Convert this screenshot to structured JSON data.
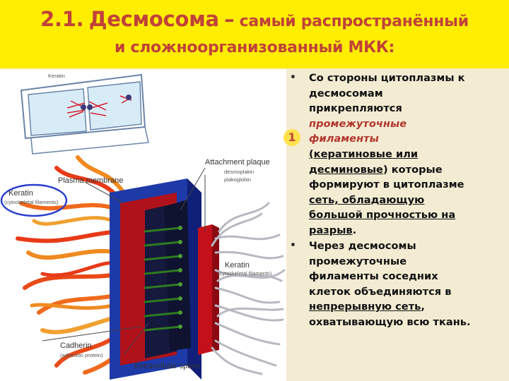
{
  "title": {
    "number": "2.1.",
    "term": "Десмосома",
    "dash": "–",
    "rest_line1": "самый распространённый",
    "line2": "и сложноорганизованный МКК:"
  },
  "figure": {
    "labels": {
      "keratin_top": "Keratin",
      "plasma_membrane": "Plasma membrane",
      "keratin_left": "Keratin",
      "keratin_left_sub": "(cytoskeletal filaments)",
      "attachment_plaque": "Attachment plaque",
      "desmoplakin": "desmoplakin",
      "plakoglobin": "plakoglobin",
      "keratin_right": "Keratin",
      "keratin_right_sub": "(cytoskeletal filaments)",
      "cadherin": "Cadherin",
      "cadherin_sub": "(adhesion protein)",
      "extracellular": "Extracellular space"
    },
    "colors": {
      "blue_membrane": "#2a44c4",
      "red_plaque": "#c4101a",
      "navy_space": "#1a1f55",
      "keratin_orange": "#f05a1a",
      "keratin_gray": "#c0c0c8",
      "cadherin_green": "#3c8a2a"
    }
  },
  "badge": "1",
  "text": {
    "l1": "Со стороны цитоплазмы к",
    "l2": "десмосомам",
    "l3": "прикрепляются",
    "l4": "промежуточные",
    "l5": "филаменты",
    "l6": "(кератиновые или",
    "l7a": "десминовые",
    "l7b": ") которые",
    "l8": "формируют в цитоплазме",
    "l9": "сеть, обладающую",
    "l10": "большой прочностью на",
    "l11a": "разрыв",
    "l11b": ".",
    "l12": "Через десмосомы",
    "l13": "промежуточные",
    "l14": "филаменты соседних",
    "l15": "клеток объединяются в",
    "l16a": "непрерывную сеть",
    "l16b": ",",
    "l17": "охватывающую всю ткань."
  }
}
